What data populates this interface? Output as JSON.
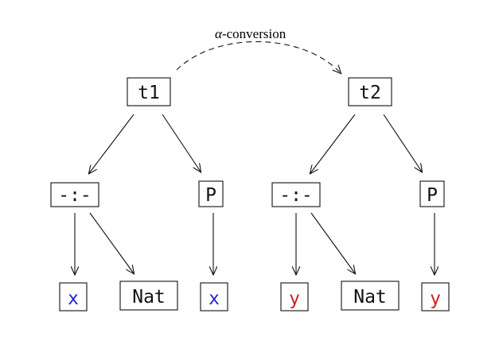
{
  "colors": {
    "blue": "#2222cc",
    "red": "#cc2222",
    "black": "#111111"
  },
  "top_label": {
    "greek": "α",
    "text": "-conversion"
  },
  "left_tree": {
    "root": "t1",
    "binder": "-:-",
    "pred": "P",
    "var": "x",
    "type": "Nat",
    "pred_arg": "x"
  },
  "right_tree": {
    "root": "t2",
    "binder": "-:-",
    "pred": "P",
    "var": "y",
    "type": "Nat",
    "pred_arg": "y"
  }
}
